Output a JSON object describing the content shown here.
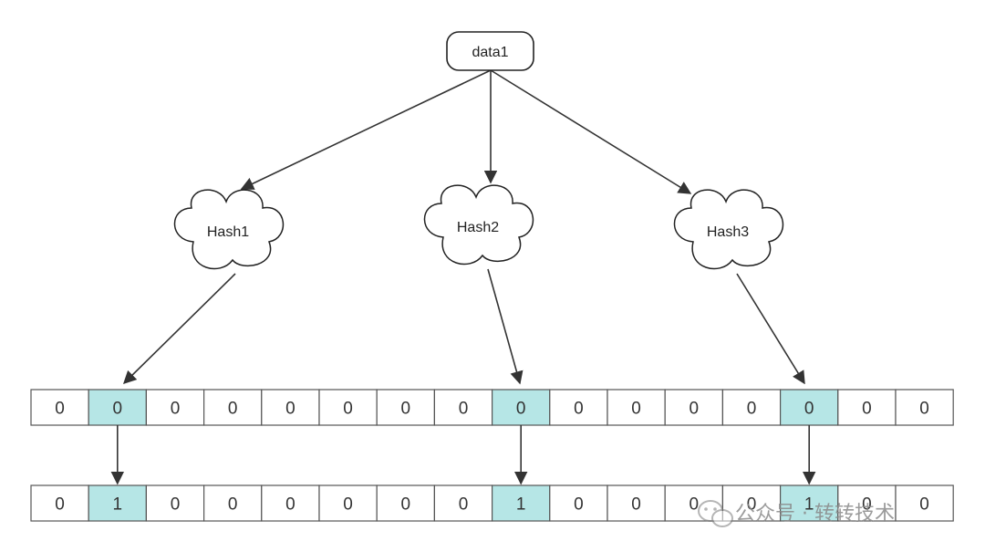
{
  "source": {
    "label": "data1"
  },
  "hash_functions": [
    {
      "label": "Hash1",
      "target_index": 1
    },
    {
      "label": "Hash2",
      "target_index": 8
    },
    {
      "label": "Hash3",
      "target_index": 13
    }
  ],
  "bit_array_before": [
    "0",
    "0",
    "0",
    "0",
    "0",
    "0",
    "0",
    "0",
    "0",
    "0",
    "0",
    "0",
    "0",
    "0",
    "0",
    "0"
  ],
  "bit_array_after": [
    "0",
    "1",
    "0",
    "0",
    "0",
    "0",
    "0",
    "0",
    "1",
    "0",
    "0",
    "0",
    "0",
    "1",
    "0",
    "0"
  ],
  "highlight_indices": [
    1,
    8,
    13
  ],
  "watermark": "公众号 · 转转技术",
  "colors": {
    "highlight": "#b6e6e6",
    "cell_border": "#555555",
    "arrow": "#333333"
  }
}
